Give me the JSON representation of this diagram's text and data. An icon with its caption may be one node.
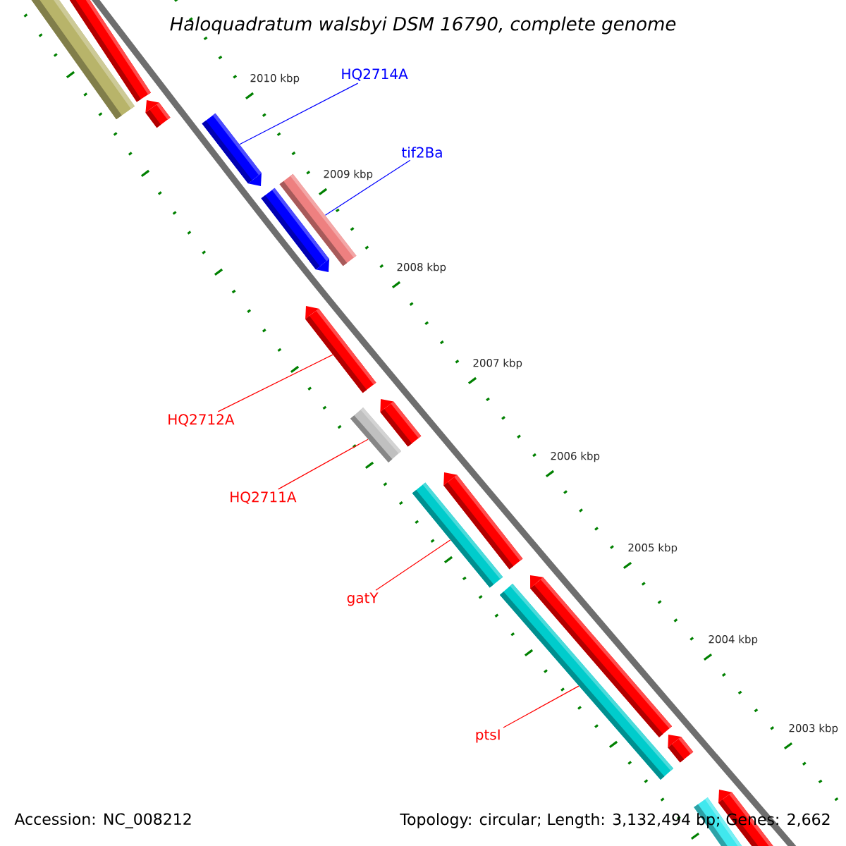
{
  "diagram": {
    "title": "Haloquadratum walsbyi DSM 16790, complete genome",
    "nodes": [
      {
        "text": [],
        "shape": "bar"
      },
      {
        "text": [],
        "shape": "bar"
      },
      {
        "text": [],
        "shape": "bar"
      },
      {
        "text": [
          "HQ2714A"
        ]
      },
      {
        "text": [],
        "shape": "bar"
      },
      {
        "text": [
          "tif2Ba"
        ]
      },
      {
        "text": [],
        "shape": "bar"
      },
      {
        "text": [],
        "shape": "bar"
      },
      {
        "text": [
          "HQ2712A"
        ]
      },
      {
        "text": [],
        "shape": "bar"
      },
      {
        "text": [],
        "shape": "bar"
      },
      {
        "text": [
          "HQ2711A"
        ]
      },
      {
        "text": [],
        "shape": "bar"
      },
      {
        "text": [],
        "shape": "bar"
      },
      {
        "text": [
          "gatY"
        ]
      },
      {
        "text": [],
        "shape": "bar"
      },
      {
        "text": [],
        "shape": "bar"
      },
      {
        "text": [
          "ptsI"
        ]
      },
      {
        "text": [],
        "shape": "bar"
      },
      {
        "text": [],
        "shape": "bar"
      },
      {
        "text": [],
        "shape": "bar"
      },
      {
        "text": [],
        "shape": "bar"
      }
    ],
    "edges": [
      {
        "from": 3,
        "to": 4,
        "arrow": "none",
        "color": "#0000ff"
      },
      {
        "from": 5,
        "to": 6,
        "arrow": "none",
        "color": "#0000ff"
      },
      {
        "from": 8,
        "to": 9,
        "arrow": "none"
      },
      {
        "from": 11,
        "to": 12,
        "arrow": "none"
      },
      {
        "from": 14,
        "to": 15,
        "arrow": "none"
      },
      {
        "from": 17,
        "to": 18,
        "arrow": "none"
      }
    ],
    "labels": [
      "2010 kbp",
      "2009 kbp",
      "2008 kbp",
      "2007 kbp",
      "2006 kbp",
      "2005 kbp",
      "2004 kbp",
      "2003 kbp",
      "Accession: NC_008212",
      "Topology: circular; Length: 3,132,494 bp; Genes: 2,662"
    ]
  }
}
